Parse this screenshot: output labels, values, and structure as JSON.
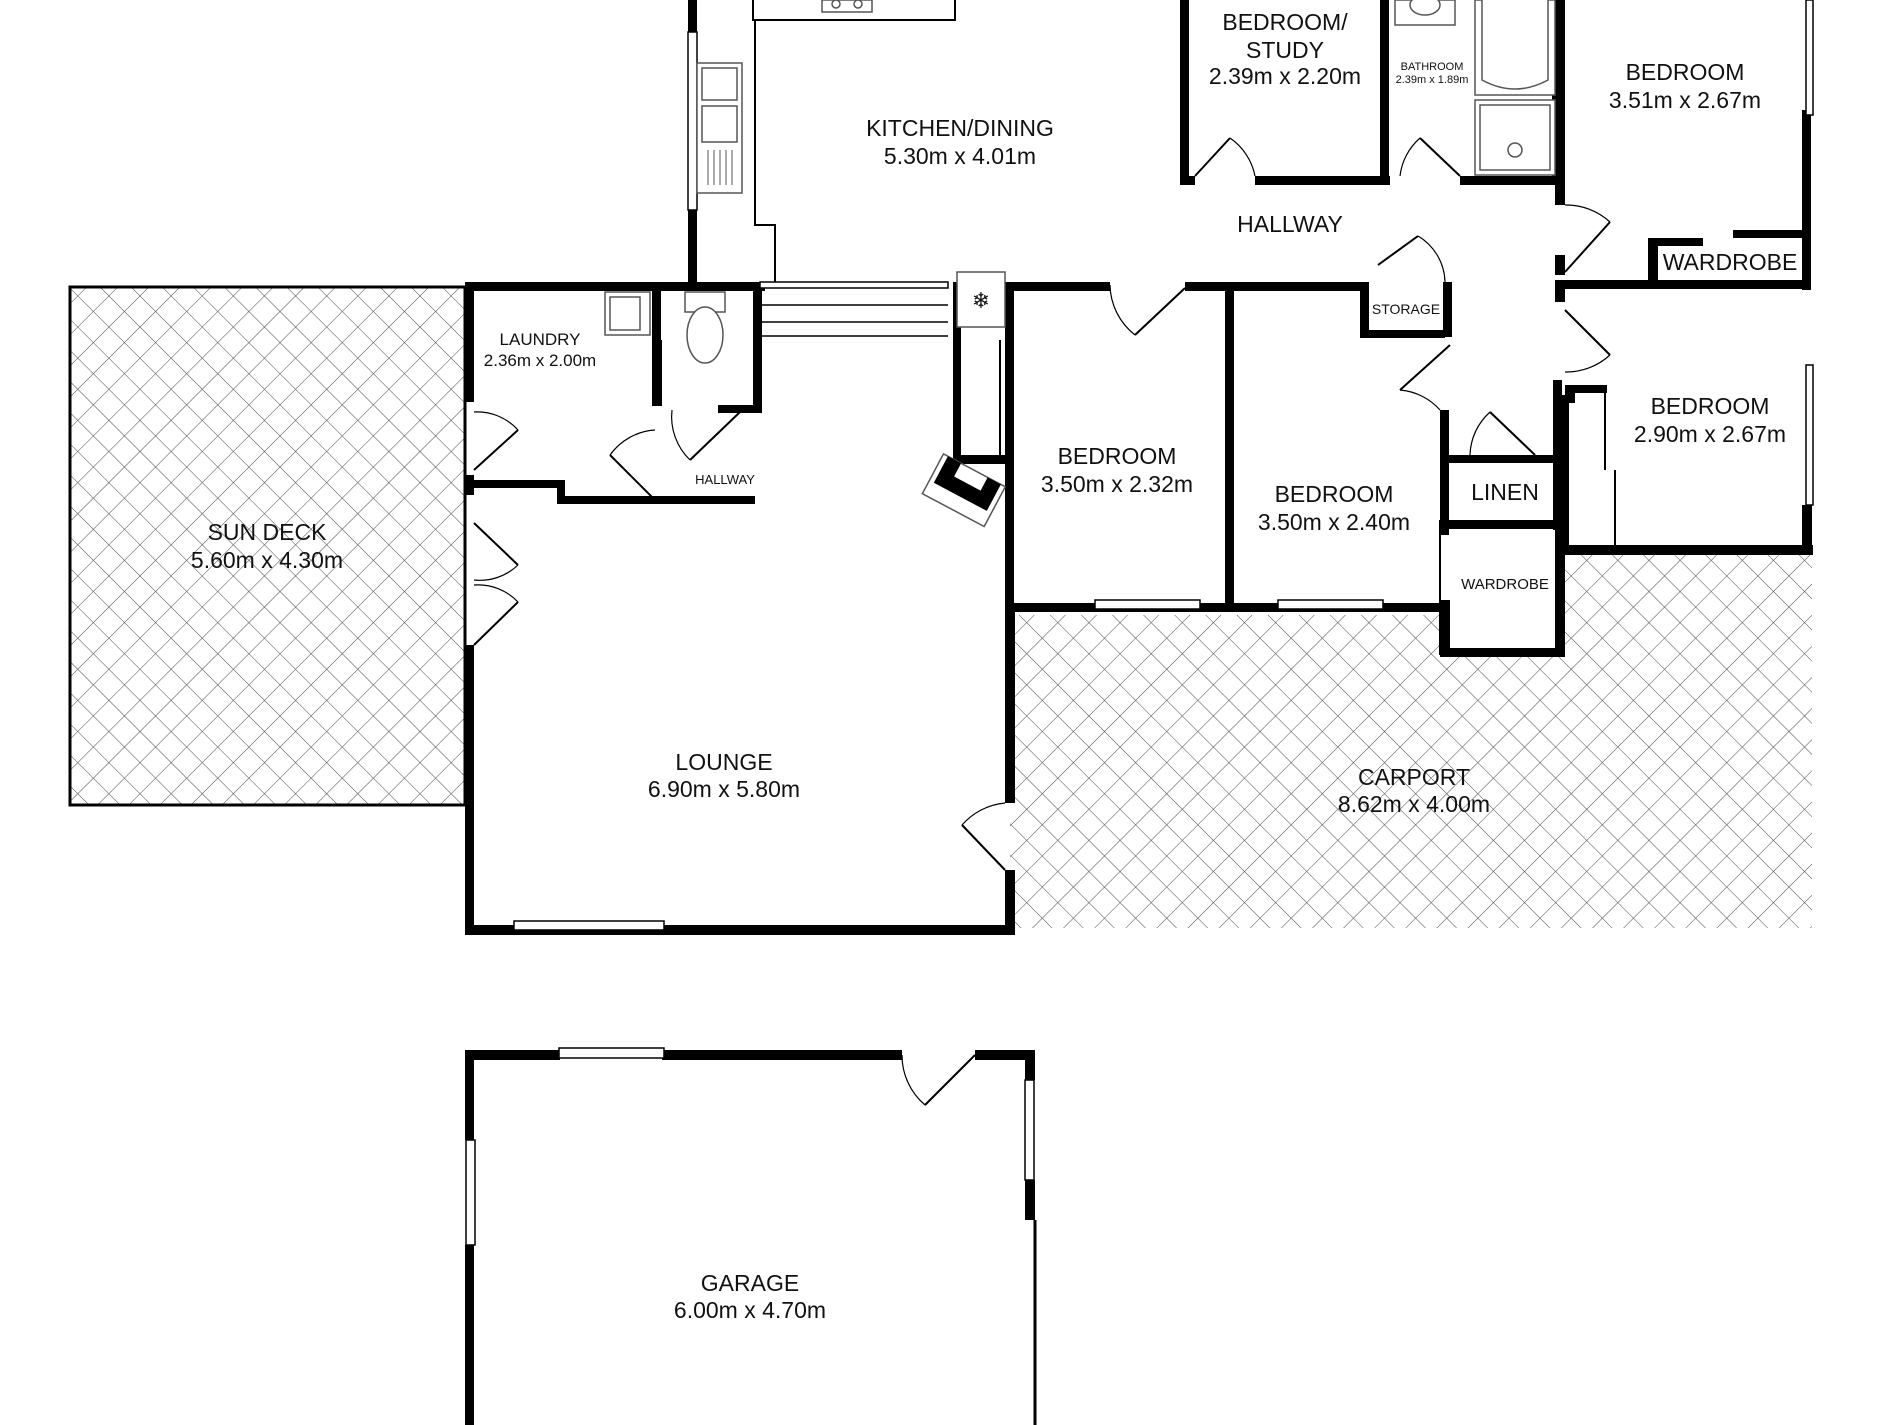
{
  "rooms": {
    "kitchen": {
      "name": "KITCHEN/DINING",
      "dims": "5.30m x 4.01m"
    },
    "bedroom_study": {
      "name_line1": "BEDROOM/",
      "name_line2": "STUDY",
      "dims": "2.39m x 2.20m"
    },
    "bathroom": {
      "name": "BATHROOM",
      "dims": "2.39m x 1.89m"
    },
    "bedroom_ne": {
      "name": "BEDROOM",
      "dims": "3.51m x 2.67m"
    },
    "hallway_main": {
      "name": "HALLWAY"
    },
    "wardrobe_ne": {
      "name": "WARDROBE"
    },
    "storage": {
      "name": "STORAGE"
    },
    "laundry": {
      "name": "LAUNDRY",
      "dims": "2.36m x 2.00m"
    },
    "hallway_small": {
      "name": "HALLWAY"
    },
    "bedroom_2": {
      "name": "BEDROOM",
      "dims": "3.50m x 2.32m"
    },
    "bedroom_3": {
      "name": "BEDROOM",
      "dims": "3.50m x 2.40m"
    },
    "linen": {
      "name": "LINEN"
    },
    "bedroom_se": {
      "name": "BEDROOM",
      "dims": "2.90m x 2.67m"
    },
    "wardrobe_s": {
      "name": "WARDROBE"
    },
    "sun_deck": {
      "name": "SUN DECK",
      "dims": "5.60m x 4.30m"
    },
    "lounge": {
      "name": "LOUNGE",
      "dims": "6.90m x 5.80m"
    },
    "carport": {
      "name": "CARPORT",
      "dims": "8.62m x 4.00m"
    },
    "garage": {
      "name": "GARAGE",
      "dims": "6.00m x 4.70m"
    }
  },
  "icons": {
    "fridge": "snowflake-icon",
    "fireplace": "fireplace-icon"
  },
  "colors": {
    "walls": "#000000",
    "hatch": "#4a4a4a",
    "background": "#ffffff"
  }
}
